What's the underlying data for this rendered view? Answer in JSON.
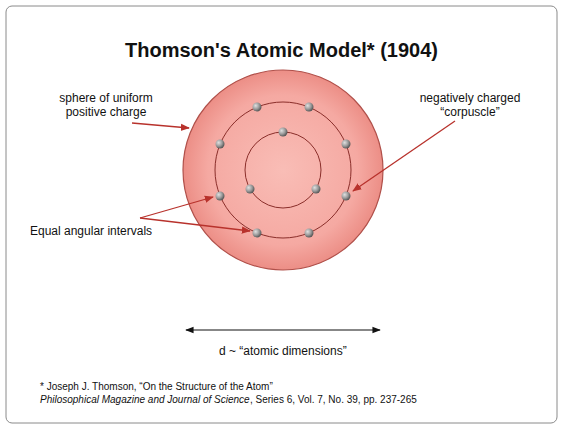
{
  "diagram": {
    "title": "Thomson's Atomic Model* (1904)",
    "labels": [
      "sphere of uniform positive charge",
      "negatively charged “corpuscle”",
      "Equal angular intervals",
      "d ~ “atomic dimensions”",
      "* Joseph J. Thomson, “On the Structure of the Atom”",
      "Philosophical Magazine and Journal of Science",
      ", Series 6, Vol. 7, No. 39, pp. 237-265"
    ]
  }
}
